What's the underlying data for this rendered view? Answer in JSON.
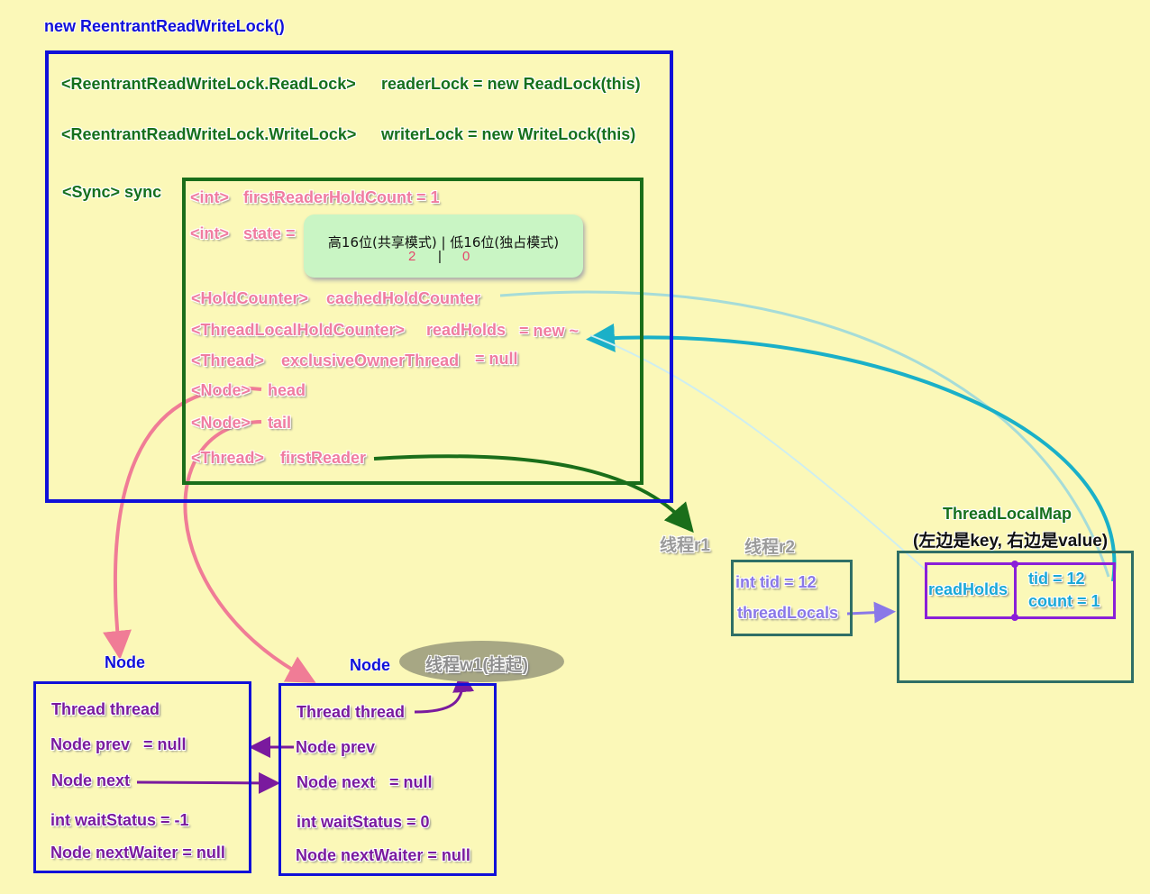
{
  "title": "new ReentrantReadWriteLock()",
  "lock": {
    "read_field_type": "<ReentrantReadWriteLock.ReadLock>",
    "read_field_value": "readerLock = new ReadLock(this)",
    "write_field_type": "<ReentrantReadWriteLock.WriteLock>",
    "write_field_value": "writerLock = new WriteLock(this)",
    "sync_label": "<Sync> sync"
  },
  "sync": {
    "first_reader_hold_count_type": "<int>",
    "first_reader_hold_count": "firstReaderHoldCount = 1",
    "state_type": "<int>",
    "state": "state =",
    "state_bubble": {
      "header": "高16位(共享模式) | 低16位(独占模式)",
      "high": "2",
      "sep": "|",
      "low": "0"
    },
    "cached_hold_counter_type": "<HoldCounter>",
    "cached_hold_counter": "cachedHoldCounter",
    "read_holds_type": "<ThreadLocalHoldCounter>",
    "read_holds": "readHolds",
    "read_holds_value": "= new ~",
    "exclusive_owner_type": "<Thread>",
    "exclusive_owner": "exclusiveOwnerThread",
    "exclusive_owner_value": "= null",
    "head_type": "<Node>",
    "head": "head",
    "tail_type": "<Node>",
    "tail": "tail",
    "first_reader_type": "<Thread>",
    "first_reader": "firstReader"
  },
  "thread_r1": "线程r1",
  "thread_r2": {
    "label": "线程r2",
    "tid": "int tid = 12",
    "thread_locals": "threadLocals"
  },
  "thread_local_map": {
    "title": "ThreadLocalMap",
    "subtitle": "(左边是key, 右边是value)",
    "key": "readHolds",
    "value_tid": "tid = 12",
    "value_count": "count = 1"
  },
  "node1": {
    "label": "Node",
    "thread": "Thread thread",
    "prev": "Node prev",
    "prev_value": "= null",
    "next": "Node next",
    "wait_status": "int waitStatus = -1",
    "next_waiter": "Node nextWaiter = null"
  },
  "node2": {
    "label": "Node",
    "thread": "Thread thread",
    "prev": "Node prev",
    "next": "Node next",
    "next_value": "= null",
    "wait_status": "int waitStatus = 0",
    "next_waiter": "Node nextWaiter = null"
  },
  "thread_w1": "线程w1(挂起)",
  "colors": {
    "background": "#fbf8b8",
    "outer_box": "#1010d8",
    "sync_box": "#1a6e1a",
    "pink_text": "#f07ca0",
    "purple_text": "#7a1a9e",
    "cyan_arrow": "#1ab0c8",
    "green_arrow": "#1a6e1a"
  }
}
